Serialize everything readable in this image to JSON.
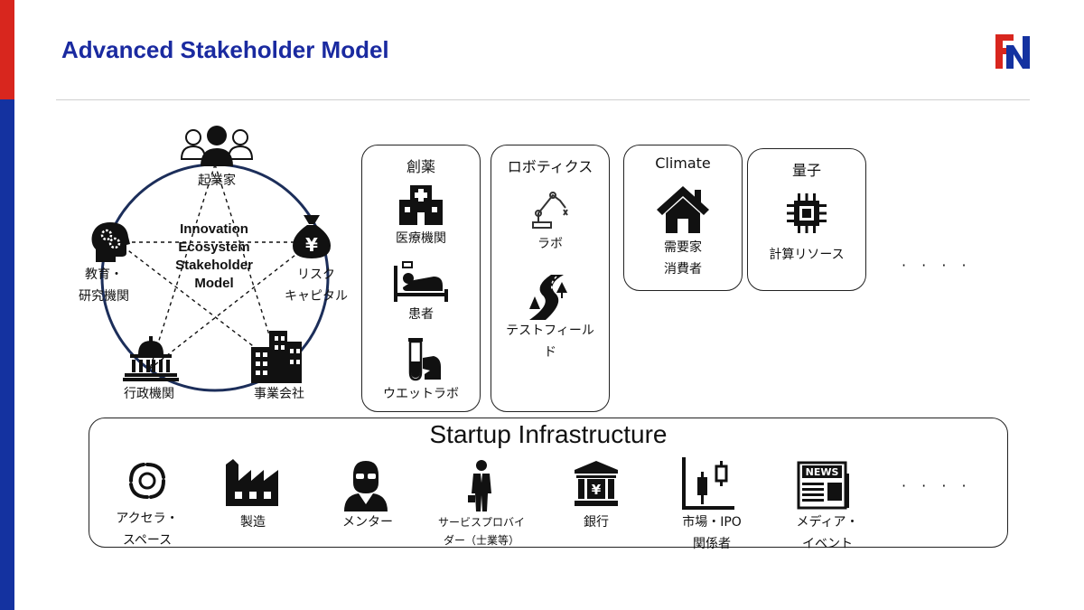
{
  "header": {
    "title": "Advanced Stakeholder Model",
    "logo_text": "FN"
  },
  "stakeholder_model": {
    "center_lines": [
      "Innovation",
      "Ecosystem",
      "Stakeholder",
      "Model"
    ],
    "nodes": {
      "entrepreneur": [
        "起業家"
      ],
      "risk_capital": [
        "リスク",
        "キャピタル"
      ],
      "education": [
        "教育・",
        "研究機関"
      ],
      "government": [
        "行政機関"
      ],
      "business": [
        "事業会社"
      ]
    }
  },
  "domains": [
    {
      "title": "創薬",
      "items": [
        [
          "医療機関"
        ],
        [
          "患者"
        ],
        [
          "ウエットラボ"
        ]
      ]
    },
    {
      "title": "ロボティクス",
      "items": [
        [
          "ラボ"
        ],
        [
          "テストフィール",
          "ド"
        ]
      ]
    },
    {
      "title": "Climate",
      "items": [
        [
          "需要家",
          "消費者"
        ]
      ]
    },
    {
      "title": "量子",
      "items": [
        [
          "計算リソース"
        ]
      ]
    }
  ],
  "domains_more": "· · · ·",
  "infrastructure": {
    "title": "Startup Infrastructure",
    "items": [
      [
        "アクセラ・",
        "スペース"
      ],
      [
        "製造"
      ],
      [
        "メンター"
      ],
      [
        "サービスプロバイ",
        "ダー（士業等）"
      ],
      [
        "銀行"
      ],
      [
        "市場・IPO",
        "関係者"
      ],
      [
        "メディア・",
        "イベント"
      ]
    ],
    "more": "· · · ·"
  },
  "colors": {
    "title_blue": "#1a2aa0",
    "accent_red": "#d8261e",
    "accent_blue": "#1432a0",
    "ring_navy": "#1c2e5a"
  }
}
